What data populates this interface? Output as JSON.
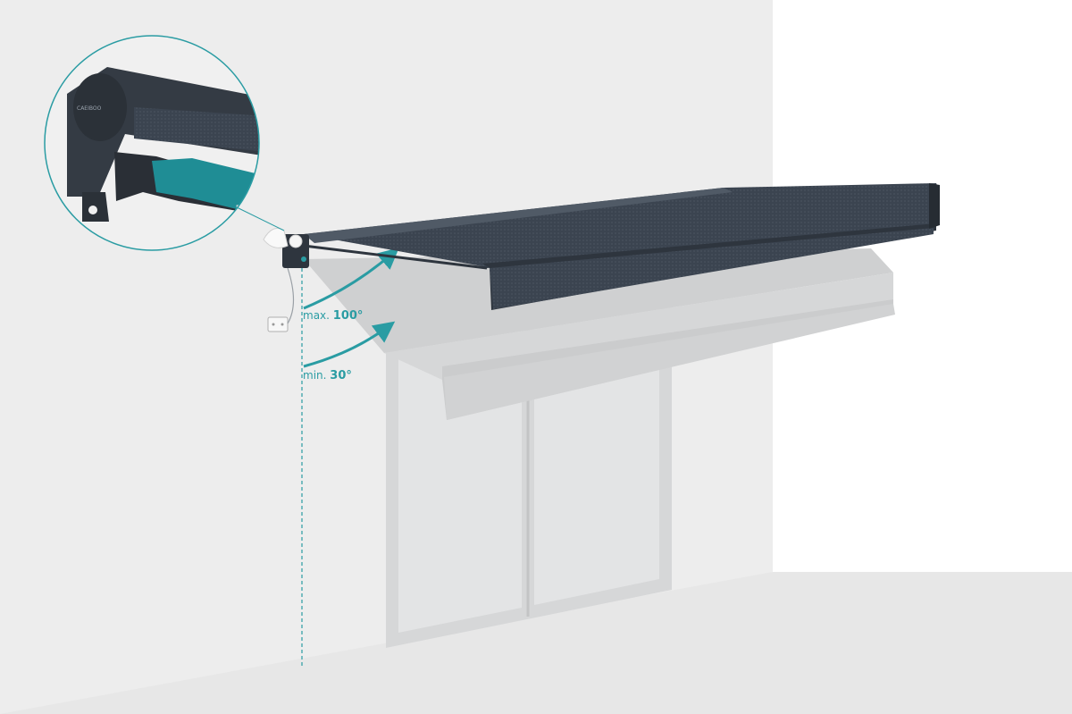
{
  "angles": {
    "max": {
      "prefix": "max.",
      "value": "100°"
    },
    "min": {
      "prefix": "min.",
      "value": "30°"
    }
  },
  "detail_callout": {
    "brand_text": "CAEIBOO"
  },
  "colors": {
    "awning_fabric": "#3b4450",
    "awning_frame": "#2e353e",
    "accent_teal": "#2a9ca3",
    "retracted_ghost": "#cfd0d1",
    "wall": "#ededed",
    "side_wall": "#ffffff",
    "floor": "#e6e6e6"
  },
  "icons": [
    "magnifier-callout",
    "awning-cassette",
    "motor-bracket",
    "control-box",
    "sliding-door"
  ]
}
